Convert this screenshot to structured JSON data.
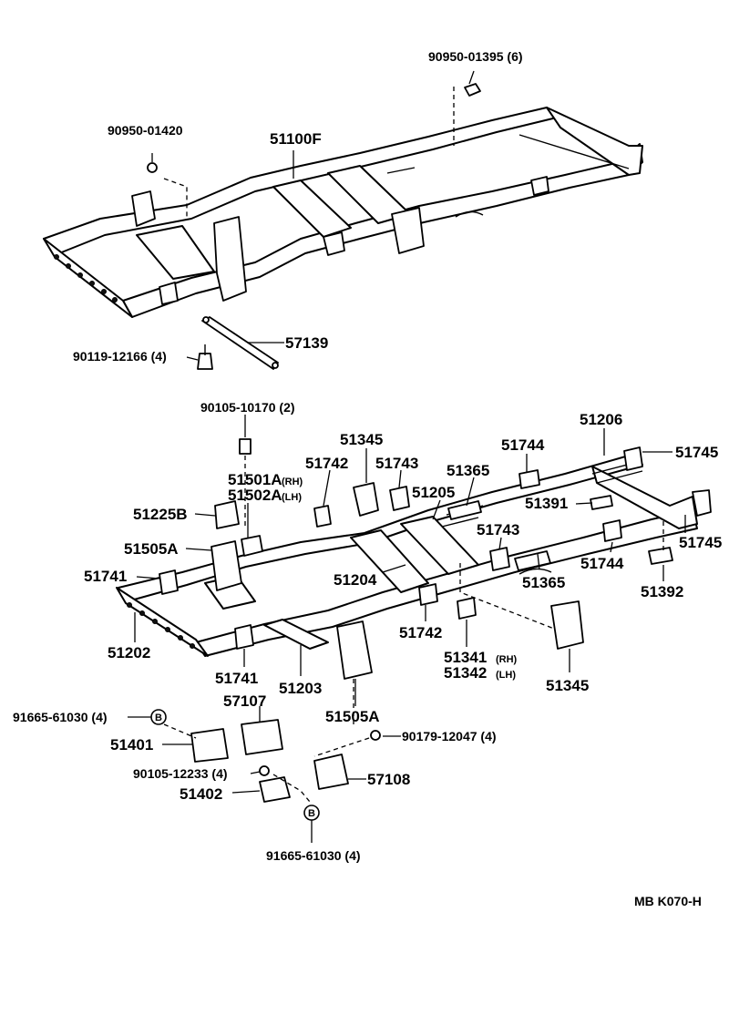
{
  "diagram": {
    "code": "MB  K070-H",
    "upper_labels": {
      "p90950_01395": "90950-01395 (6)",
      "p90950_01420": "90950-01420",
      "p51100F": "51100F",
      "p57139": "57139",
      "p90119_12166": "90119-12166 (4)"
    },
    "lower_labels": {
      "p90105_10170": "90105-10170 (2)",
      "p51345_top": "51345",
      "p51742_top": "51742",
      "p51743_top": "51743",
      "p51206": "51206",
      "p51744_top": "51744",
      "p51745_top": "51745",
      "p51501A": "51501A",
      "p51501A_side": "(RH)",
      "p51502A": "51502A",
      "p51502A_side": "(LH)",
      "p51365_top": "51365",
      "p51205": "51205",
      "p51391": "51391",
      "p51225B": "51225B",
      "p51743_mid": "51743",
      "p51745_right": "51745",
      "p51505A_left": "51505A",
      "p51744_mid": "51744",
      "p51741_left": "51741",
      "p51204": "51204",
      "p51365_mid": "51365",
      "p51392": "51392",
      "p51742_mid": "51742",
      "p51202": "51202",
      "p51341": "51341",
      "p51341_side": "(RH)",
      "p51342": "51342",
      "p51342_side": "(LH)",
      "p51741_bottom": "51741",
      "p51203": "51203",
      "p51345_bottom": "51345",
      "p57107": "57107",
      "p51505A_bottom": "51505A",
      "p91665_61030_left": "91665-61030 (4)",
      "p51401": "51401",
      "p90179_12047": "90179-12047 (4)",
      "p90105_12233": "90105-12233 (4)",
      "p57108": "57108",
      "p51402": "51402",
      "p91665_61030_bottom": "91665-61030 (4)"
    },
    "marker_letter": "B"
  }
}
